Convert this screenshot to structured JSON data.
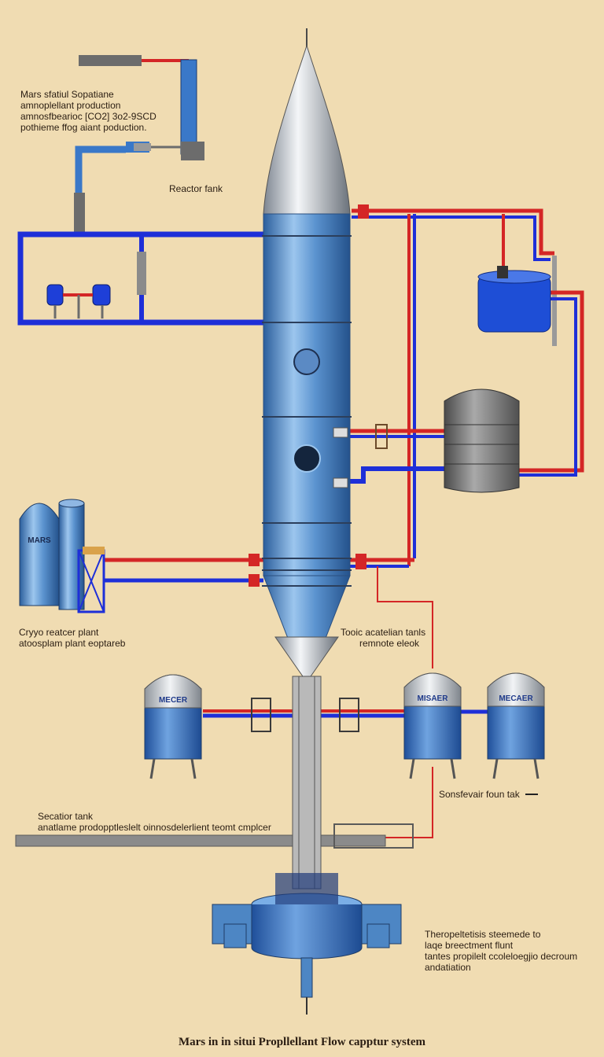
{
  "title": "Mars in in situi Propllellant Flow capptur system",
  "notes": {
    "top_left": [
      "Mars sfatiul Sopatiane",
      "amnoplellant production",
      "amnosfbearioc [CO2] 3o2-9SCD",
      "pothieme ffog aiant poduction."
    ],
    "reactor_tank": "Reactor fank",
    "cryo": [
      "Cryyo reatcer plant",
      "atoosplam plant eoptareb"
    ],
    "center_right": [
      "Tooic acatelian tanls",
      "remnote eleok"
    ],
    "storage_tank": "Sonsfevair foun tak",
    "separator": [
      "Secatior tank",
      "anatlame prodopptleslelt oinnosdelerlient teomt cmplcer"
    ],
    "bottom_right": [
      "Theropeltetisis steemede to",
      "laqe breectment flunt",
      "tantes propilelt ccoleloegjio decroum",
      "andatiation"
    ]
  },
  "tank_labels": {
    "mars": "MARS",
    "left": "MECER",
    "right_a": "MISAER",
    "right_b": "MECAER"
  },
  "colors": {
    "background": "#f0dcb2",
    "pipe_blue": "#1e2fd8",
    "pipe_red": "#d42626",
    "tank_blue": "#4d86c4",
    "metal_gray": "#8b8b8b"
  }
}
